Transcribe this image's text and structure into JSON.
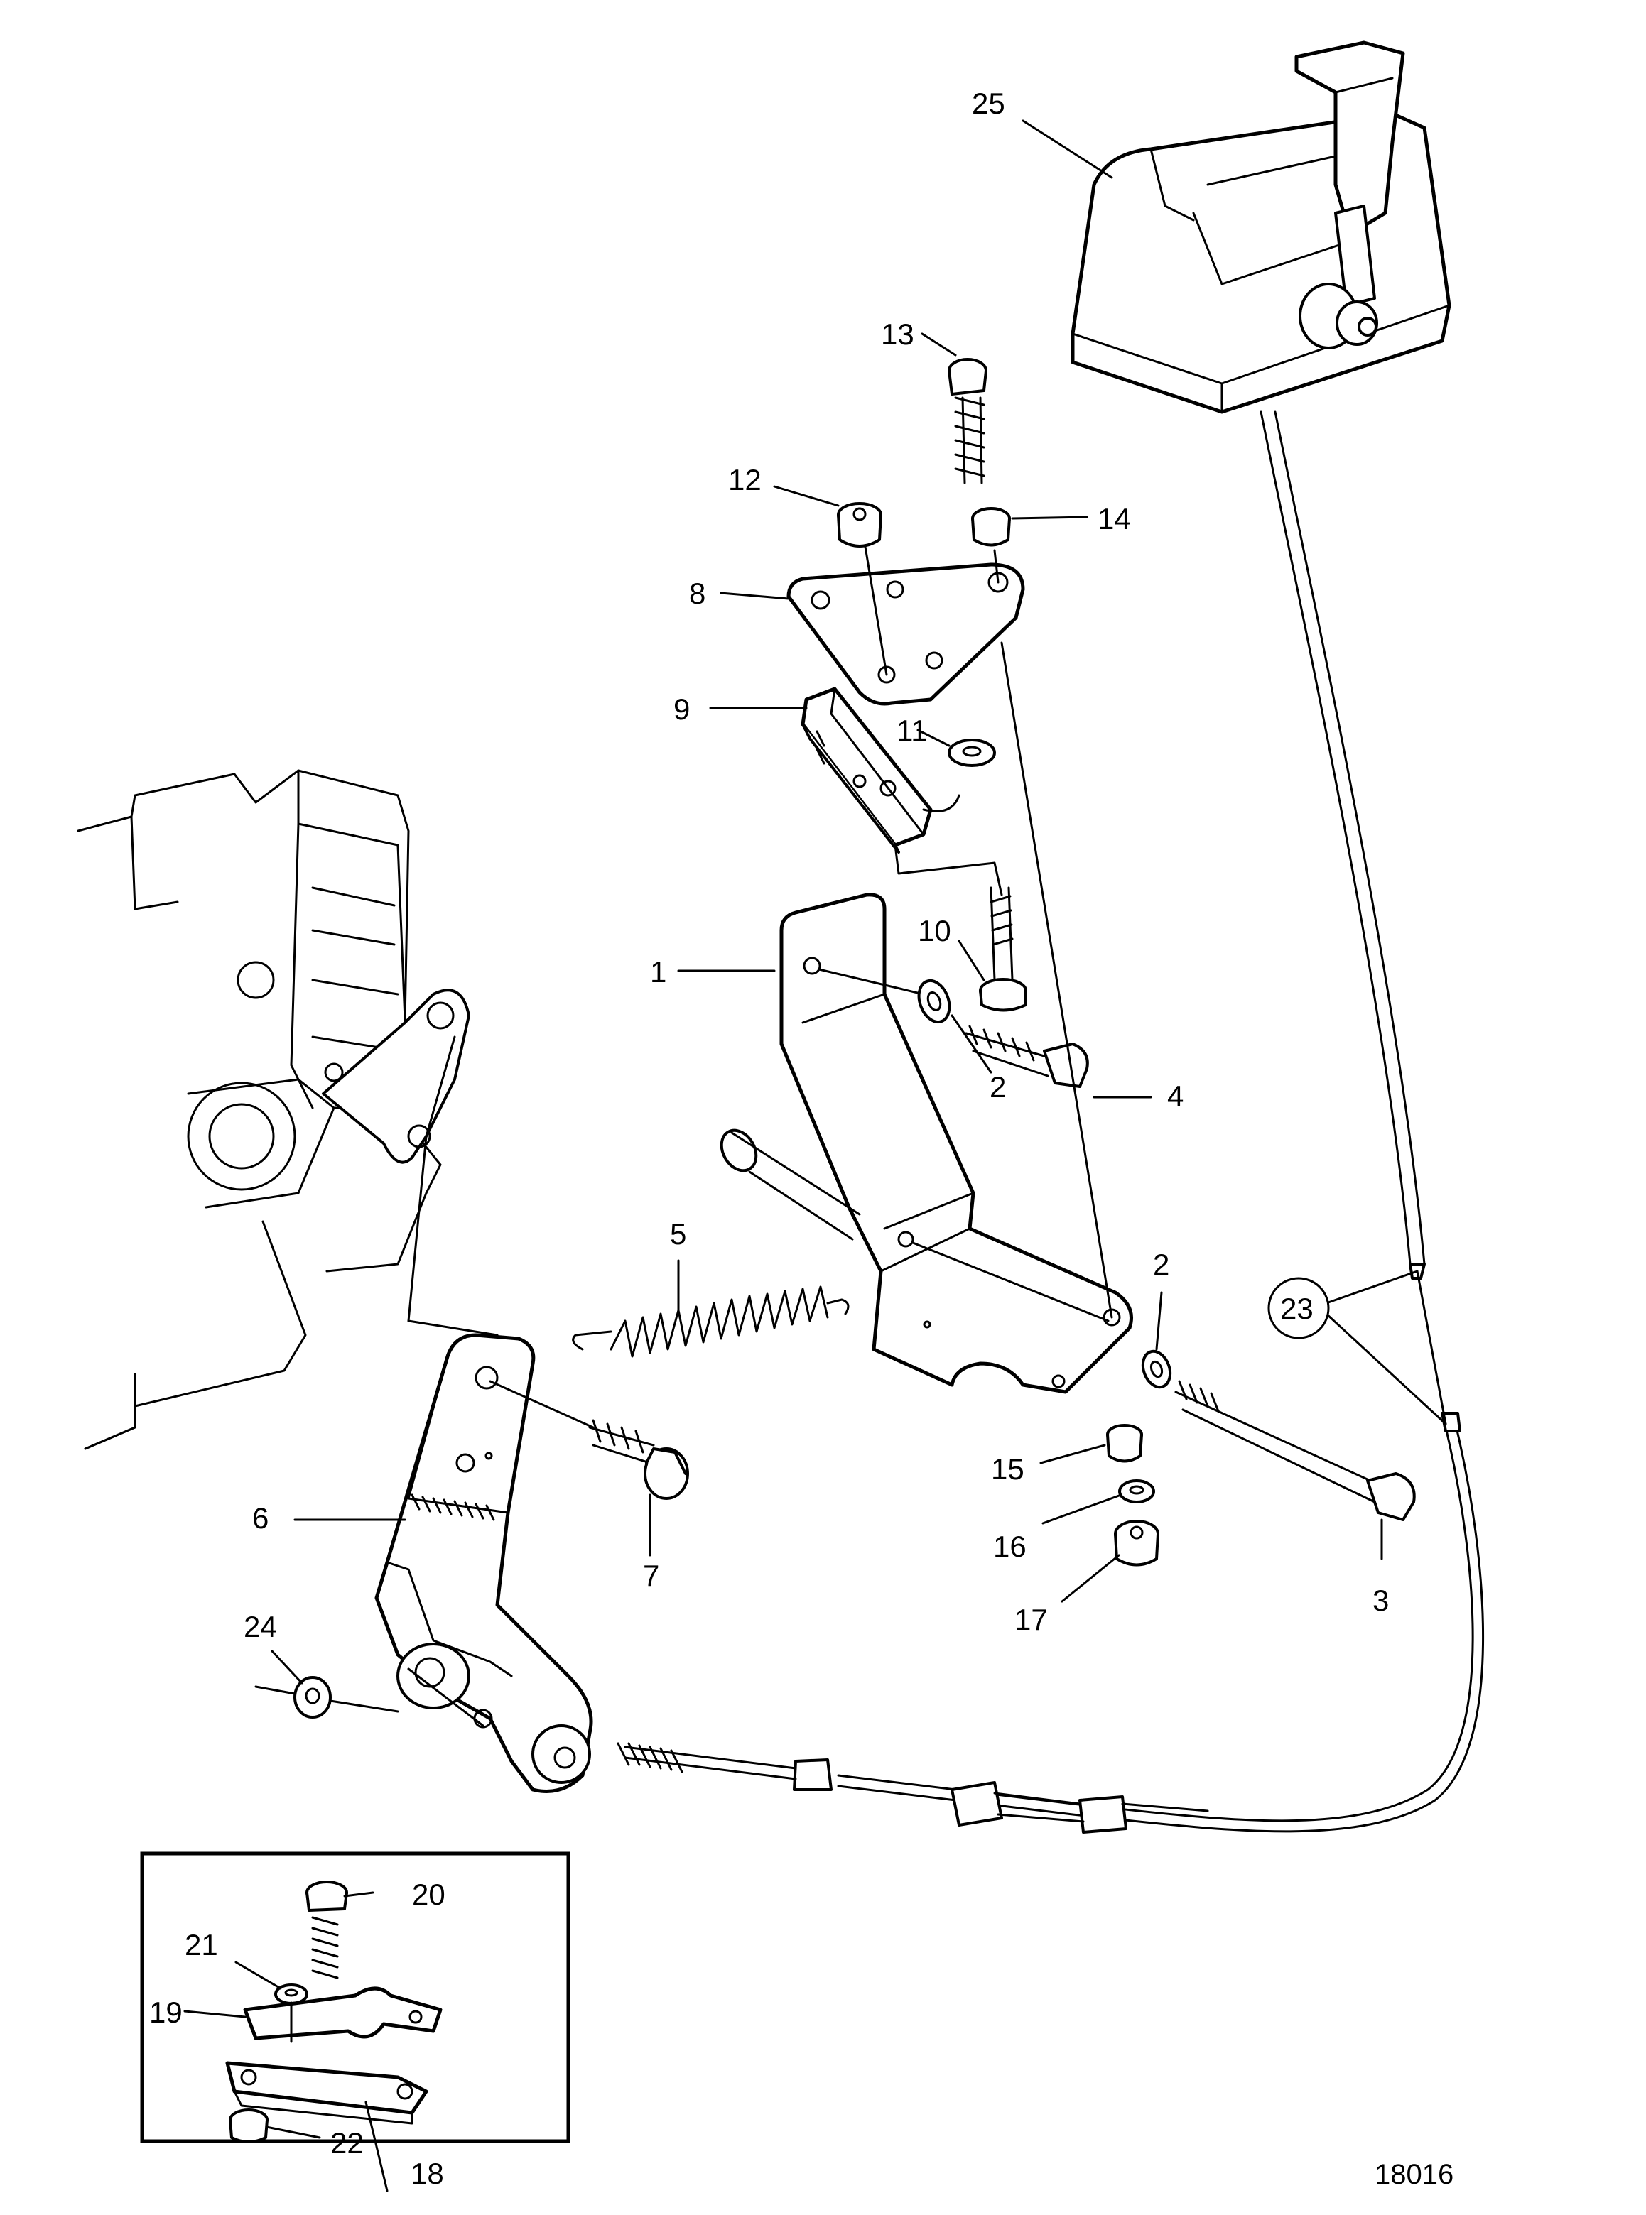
{
  "figure_number": "18016",
  "callouts": {
    "c1": "1",
    "c2a": "2",
    "c2b": "2",
    "c3": "3",
    "c4": "4",
    "c5": "5",
    "c6": "6",
    "c7": "7",
    "c8": "8",
    "c9": "9",
    "c10": "10",
    "c11": "11",
    "c12": "12",
    "c13": "13",
    "c14": "14",
    "c15": "15",
    "c16": "16",
    "c17": "17",
    "c18": "18",
    "c19": "19",
    "c20": "20",
    "c21": "21",
    "c22": "22",
    "c23": "23",
    "c24": "24",
    "c25": "25"
  }
}
